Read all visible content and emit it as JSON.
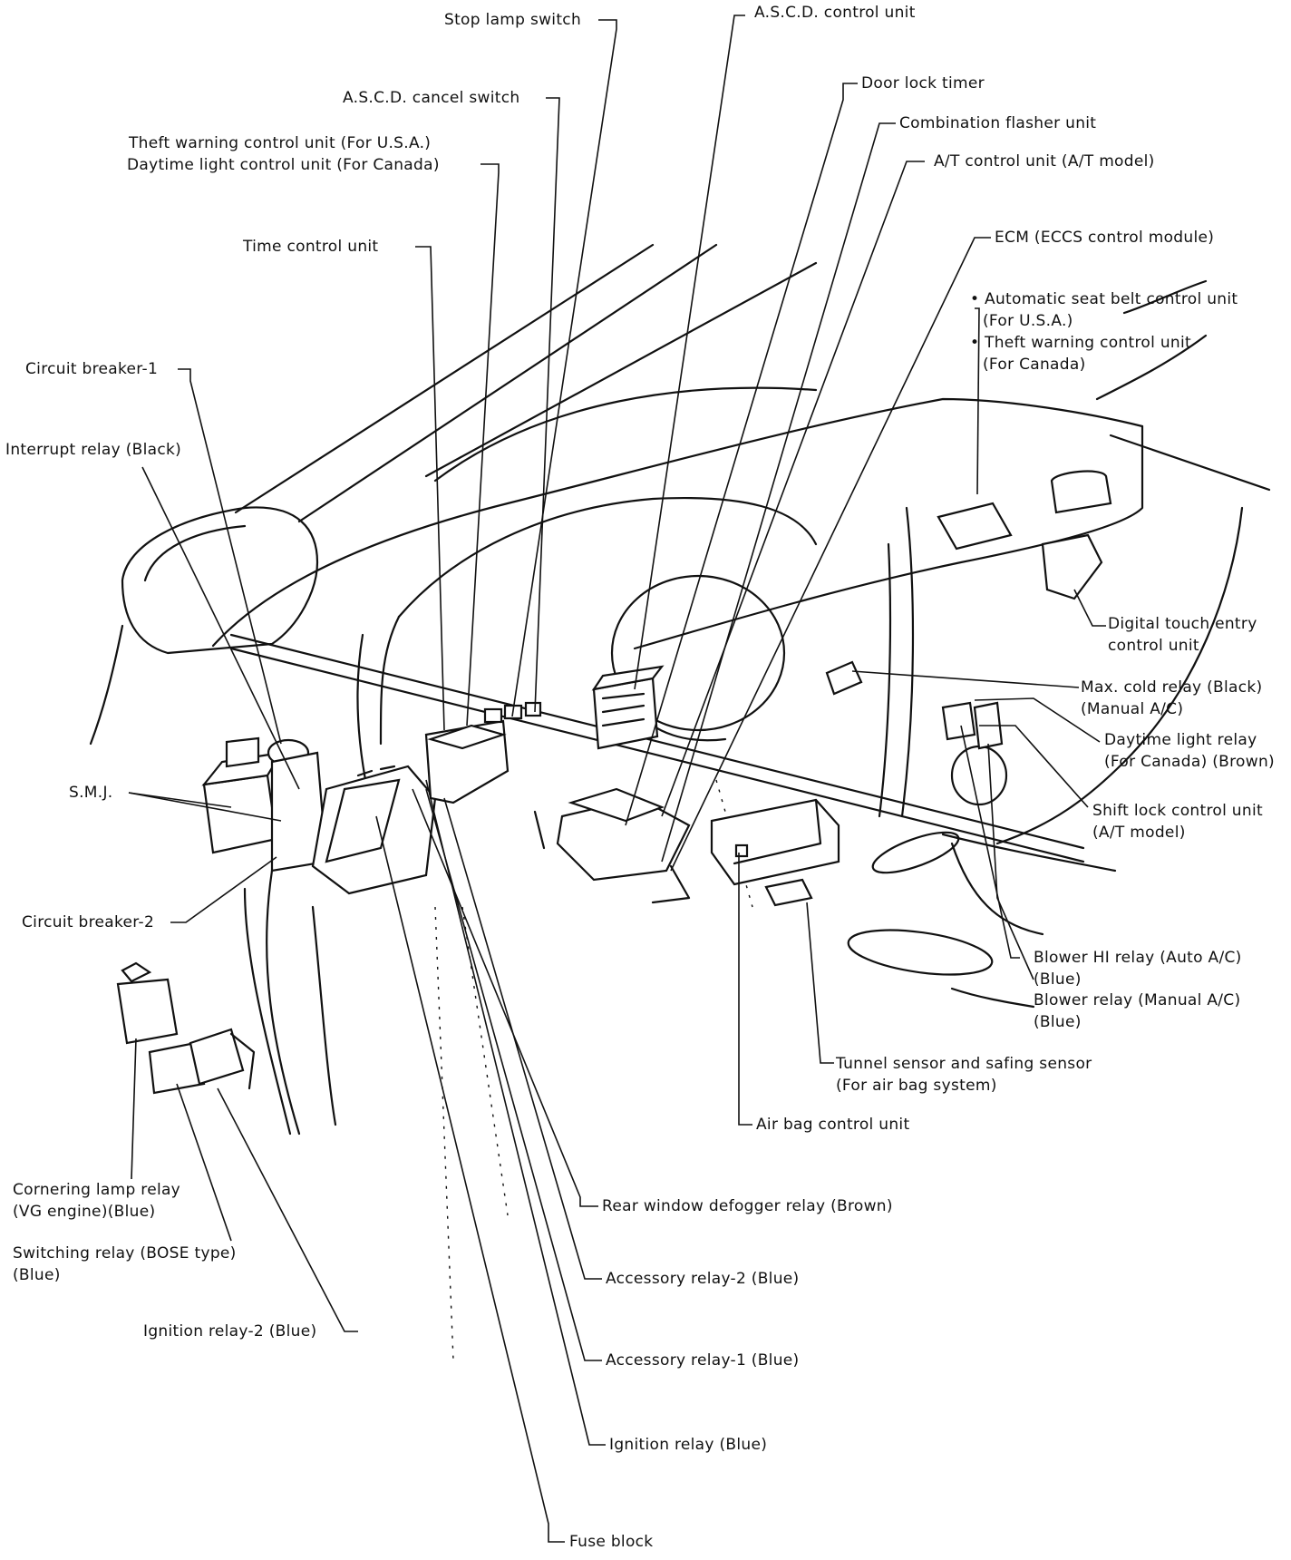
{
  "labels": {
    "stop_lamp_switch": "Stop lamp switch",
    "ascd_control_unit": "A.S.C.D. control unit",
    "door_lock_timer": "Door lock timer",
    "ascd_cancel_switch": "A.S.C.D. cancel switch",
    "combination_flasher_unit": "Combination flasher unit",
    "theft_warning_usa": "Theft warning control unit (For U.S.A.)",
    "daytime_light_canada": "Daytime light control unit (For Canada)",
    "at_control_unit": "A/T control unit (A/T model)",
    "ecm": "ECM (ECCS control module)",
    "time_control_unit": "Time control unit",
    "auto_seat_belt_1": "• Automatic seat belt control unit",
    "auto_seat_belt_2": "(For U.S.A.)",
    "theft_warning_canada_1": "• Theft warning control unit",
    "theft_warning_canada_2": "(For Canada)",
    "circuit_breaker_1": "Circuit breaker-1",
    "interrupt_relay": "Interrupt relay (Black)",
    "digital_touch_entry_1": "Digital touch entry",
    "digital_touch_entry_2": "control unit",
    "max_cold_relay_1": "Max. cold relay (Black)",
    "max_cold_relay_2": "(Manual A/C)",
    "daytime_light_relay_1": "Daytime light relay",
    "daytime_light_relay_2": "(For Canada) (Brown)",
    "smj": "S.M.J.",
    "shift_lock_1": "Shift lock control unit",
    "shift_lock_2": "(A/T model)",
    "circuit_breaker_2": "Circuit breaker-2",
    "blower_hi_relay_1": "Blower HI relay (Auto A/C)",
    "blower_hi_relay_2": "(Blue)",
    "blower_relay_1": "Blower relay (Manual A/C)",
    "blower_relay_2": "(Blue)",
    "tunnel_sensor_1": "Tunnel sensor and safing sensor",
    "tunnel_sensor_2": "(For air bag system)",
    "air_bag_control_unit": "Air bag control unit",
    "cornering_lamp_relay_1": "Cornering lamp relay",
    "cornering_lamp_relay_2": "(VG engine)(Blue)",
    "rear_window_defogger_relay": "Rear window defogger relay (Brown)",
    "switching_relay_1": "Switching relay (BOSE type)",
    "switching_relay_2": "(Blue)",
    "accessory_relay_2": "Accessory relay-2 (Blue)",
    "ignition_relay_2": "Ignition relay-2 (Blue)",
    "accessory_relay_1": "Accessory relay-1 (Blue)",
    "ignition_relay": "Ignition relay (Blue)",
    "fuse_block": "Fuse block"
  }
}
